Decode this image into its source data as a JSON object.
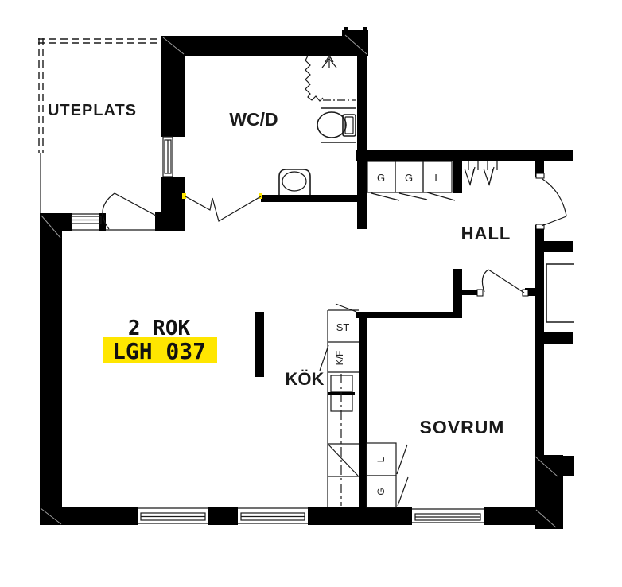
{
  "plan": {
    "unit": {
      "type_label": "2 ROK",
      "id_label": "LGH 037"
    },
    "rooms": {
      "uteplats": "UTEPLATS",
      "wcd": "WC/D",
      "hall": "HALL",
      "kok": "KÖK",
      "sovrum": "SOVRUM"
    },
    "hall_closets": [
      "G",
      "G",
      "L"
    ],
    "sovrum_closets": [
      "L",
      "G"
    ],
    "kitchen_units": {
      "st": "ST",
      "kf": "K/F"
    },
    "colors": {
      "highlight": "#FFE600",
      "wall": "#000000"
    }
  }
}
